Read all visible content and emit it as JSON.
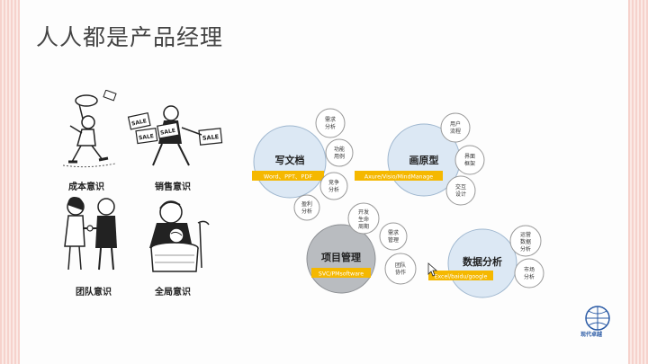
{
  "title": "人人都是产品经理",
  "captions": [
    "成本意识",
    "销售意识",
    "团队意识",
    "全局意识"
  ],
  "sale_signs": [
    "SALE",
    "SALE",
    "SALE",
    "SALE"
  ],
  "skills": [
    {
      "label": "写文档",
      "tool": "Word、PPT、PDF"
    },
    {
      "label": "画原型",
      "tool": "Axure/Visio/MindManage"
    },
    {
      "label": "项目管理",
      "tool": "SVC/PMsoftware"
    },
    {
      "label": "数据分析",
      "tool": "Excel/baidu/google"
    }
  ],
  "sub_bubbles": [
    {
      "line1": "需求",
      "line2": "分析"
    },
    {
      "line1": "功能",
      "line2": "用例"
    },
    {
      "line1": "竞争",
      "line2": "分析"
    },
    {
      "line1": "盈利",
      "line2": "分析"
    },
    {
      "line1": "用户",
      "line2": "流程"
    },
    {
      "line1": "界面",
      "line2": "框架"
    },
    {
      "line1": "交互",
      "line2": "设计"
    },
    {
      "line1": "开发",
      "line2": "生命",
      "line3": "周期"
    },
    {
      "line1": "需求",
      "line2": "管理"
    },
    {
      "line1": "团队",
      "line2": "协作"
    },
    {
      "line1": "运营",
      "line2": "数据",
      "line3": "分析"
    },
    {
      "line1": "市场",
      "line2": "分析"
    }
  ],
  "logo": {
    "text": "现代卓越"
  },
  "colors": {
    "tool_band": "#f5b800",
    "bubble_main": "#dce8f4",
    "bubble_pm": "#b9bcc0",
    "stripe": "#f6d2cc"
  }
}
